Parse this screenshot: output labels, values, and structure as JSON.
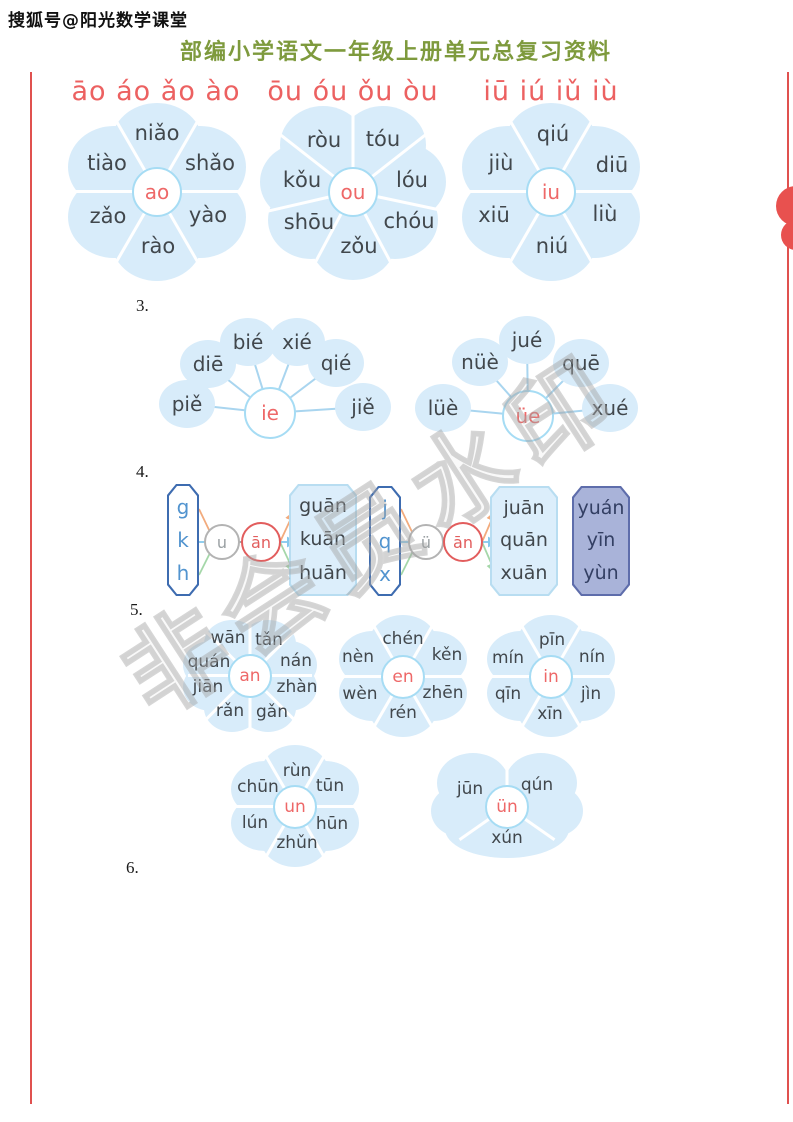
{
  "header": {
    "site_tag": "搜狐号@阳光数学课堂"
  },
  "title": "部编小学语文一年级上册单元总复习资料",
  "vowel_rows": [
    "āo áo ǎo ào",
    "ōu óu ǒu òu",
    "iū iú iǔ iù"
  ],
  "sections": {
    "n3": "3.",
    "n4": "4.",
    "n5": "5.",
    "n6": "6."
  },
  "flowers": {
    "ao": {
      "center": "ao",
      "words": [
        "niǎo",
        "tiào",
        "shǎo",
        "zǎo",
        "yào",
        "rào"
      ]
    },
    "ou": {
      "center": "ou",
      "words": [
        "ròu",
        "tóu",
        "kǒu",
        "lóu",
        "shōu",
        "chóu",
        "zǒu"
      ]
    },
    "iu": {
      "center": "iu",
      "words": [
        "qiú",
        "jiù",
        "diū",
        "xiū",
        "liù",
        "niú"
      ]
    },
    "an": {
      "center": "an",
      "words": [
        "wān",
        "tǎn",
        "quán",
        "nán",
        "jiān",
        "zhàn",
        "rǎn",
        "gǎn"
      ]
    },
    "en": {
      "center": "en",
      "words": [
        "chén",
        "nèn",
        "kěn",
        "wèn",
        "zhēn",
        "rén"
      ]
    },
    "in": {
      "center": "in",
      "words": [
        "pīn",
        "mín",
        "nín",
        "qīn",
        "jìn",
        "xīn"
      ]
    },
    "un": {
      "center": "un",
      "words": [
        "rùn",
        "chūn",
        "tūn",
        "lún",
        "hūn",
        "zhǔn"
      ]
    },
    "vn": {
      "center": "ün",
      "words": [
        "jūn",
        "qún",
        "xún"
      ]
    }
  },
  "fans": {
    "ie": {
      "center": "ie",
      "words": [
        "piě",
        "diē",
        "bié",
        "xié",
        "qié",
        "jiě"
      ]
    },
    "ue": {
      "center": "üe",
      "words": [
        "lüè",
        "nüè",
        "jué",
        "quē",
        "xué"
      ]
    }
  },
  "combos": [
    {
      "initials": [
        "g",
        "k",
        "h"
      ],
      "medial": "u",
      "final": "ān",
      "results": [
        "guān",
        "kuān",
        "huān"
      ]
    },
    {
      "initials": [
        "j",
        "q",
        "x"
      ],
      "medial": "ü",
      "final": "ān",
      "results": [
        "juān",
        "quān",
        "xuān"
      ]
    }
  ],
  "whole_syllables": [
    "yuán",
    "yīn",
    "yùn"
  ],
  "watermark": "非会员水印",
  "colors": {
    "petal_blue": "#d8ecfa",
    "accent_red": "#ee6868",
    "title_green": "#7e9a3d",
    "initial_blue": "#5294cf",
    "purple_fill": "#a9b3d9",
    "border_red": "#e0514f",
    "arrow_orange": "#f2ab7d",
    "arrow_blue": "#85c9ec",
    "arrow_green": "#a5d7a9"
  }
}
